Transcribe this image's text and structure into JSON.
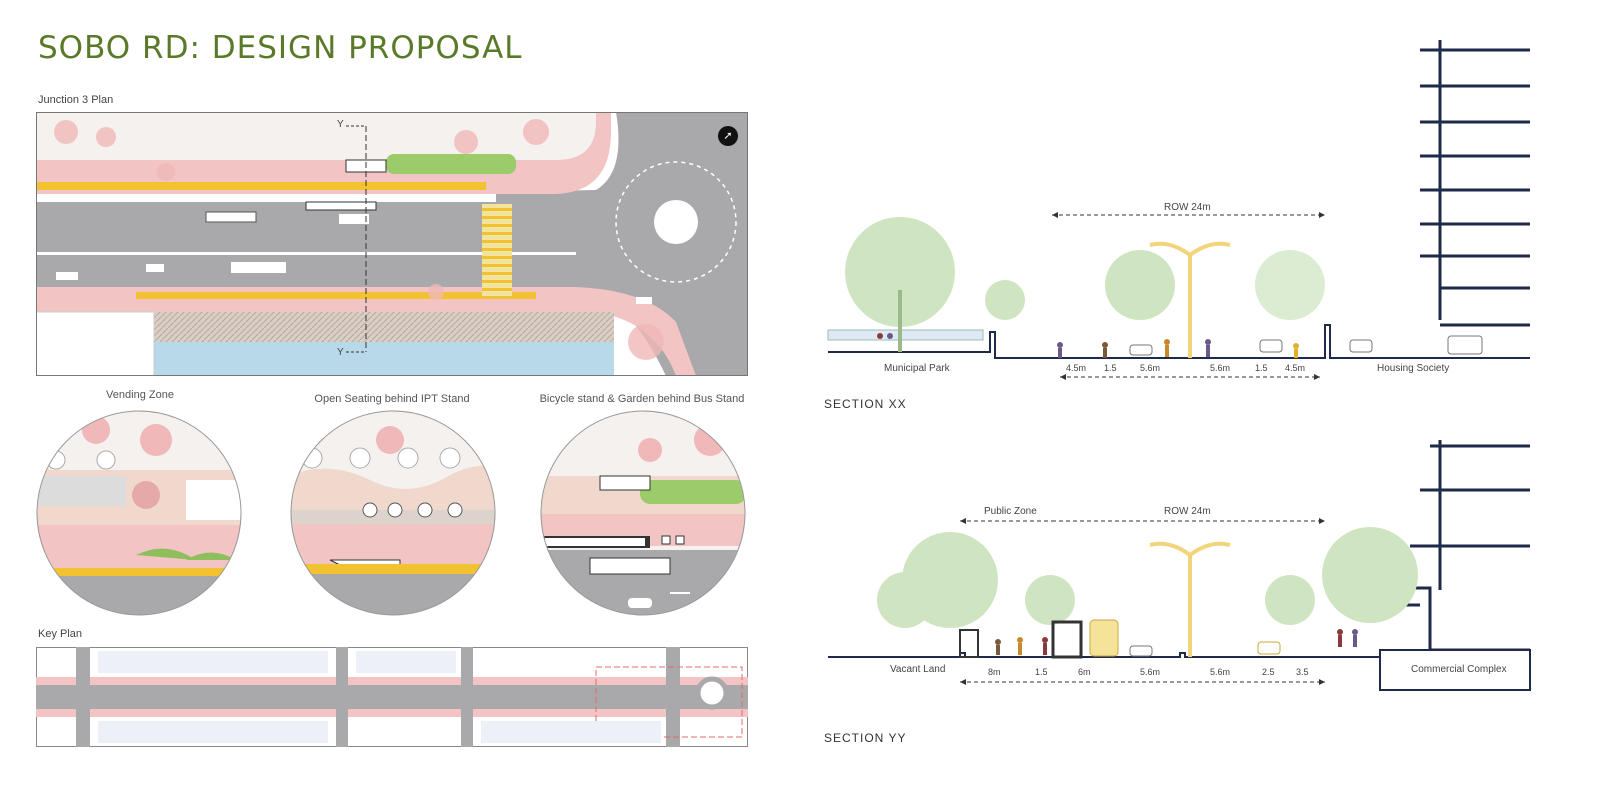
{
  "page": {
    "title": "SOBO RD: DESIGN PROPOSAL",
    "plan_label": "Junction 3 Plan",
    "key_plan_label": "Key Plan",
    "cut_marker": "Y"
  },
  "circles": [
    {
      "label": "Vending Zone"
    },
    {
      "label": "Open Seating behind IPT Stand"
    },
    {
      "label": "Bicycle stand & Garden behind Bus Stand"
    }
  ],
  "section_xx": {
    "title": "SECTION XX",
    "row_label": "ROW 24m",
    "left_label": "Municipal Park",
    "right_label": "Housing Society",
    "dims": [
      "4.5m",
      "1.5",
      "5.6m",
      "5.6m",
      "1.5",
      "4.5m"
    ]
  },
  "section_yy": {
    "title": "SECTION YY",
    "row_label": "ROW 24m",
    "public_zone_label": "Public Zone",
    "left_label": "Vacant Land",
    "right_label": "Commercial Complex",
    "dims": [
      "8m",
      "1.5",
      "6m",
      "5.6m",
      "5.6m",
      "2.5",
      "3.5"
    ]
  },
  "colors": {
    "title_green": "#5a7a2a",
    "footpath_pink": "#f2c4c4",
    "road_grey": "#a9a9ab",
    "cycle_yellow": "#f2c230",
    "garden_green": "#9ccc6a",
    "water_blue": "#b8d9ea",
    "building_navy": "#1f2a4a",
    "tree_green": "#cfe5c2"
  },
  "icons": [
    "north-arrow-icon"
  ]
}
